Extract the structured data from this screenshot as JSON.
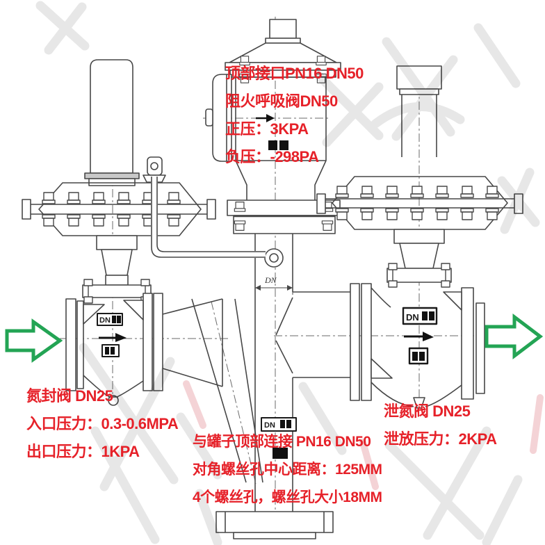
{
  "annotations": {
    "breather": {
      "lines": [
        "顶部接口PN16 DN50",
        "阻火呼吸阀DN50",
        "正压：3KPA",
        "负压：-298PA"
      ]
    },
    "seal_valve": {
      "lines": [
        "氮封阀 DN25",
        "入口压力：0.3-0.6MPA",
        "出口压力：1KPA"
      ]
    },
    "tank_connection": {
      "lines": [
        "与罐子顶部连接 PN16 DN50",
        "对角螺丝孔中心距离：125MM",
        "4个螺丝孔，螺丝孔大小18MM"
      ]
    },
    "relief_valve": {
      "lines": [
        "泄氮阀 DN25",
        "泄放压力：2KPA"
      ]
    }
  },
  "plates": {
    "dn_prefix": "DN",
    "dimension_label": "DN"
  },
  "flow": {
    "inlet_arrow": "right",
    "outlet_arrow": "right"
  },
  "colors": {
    "annotation_red": "#e62129",
    "arrow_green": "#23a454",
    "line": "#474747",
    "redaction": "#111111",
    "watermark": "#e6e6e6"
  }
}
